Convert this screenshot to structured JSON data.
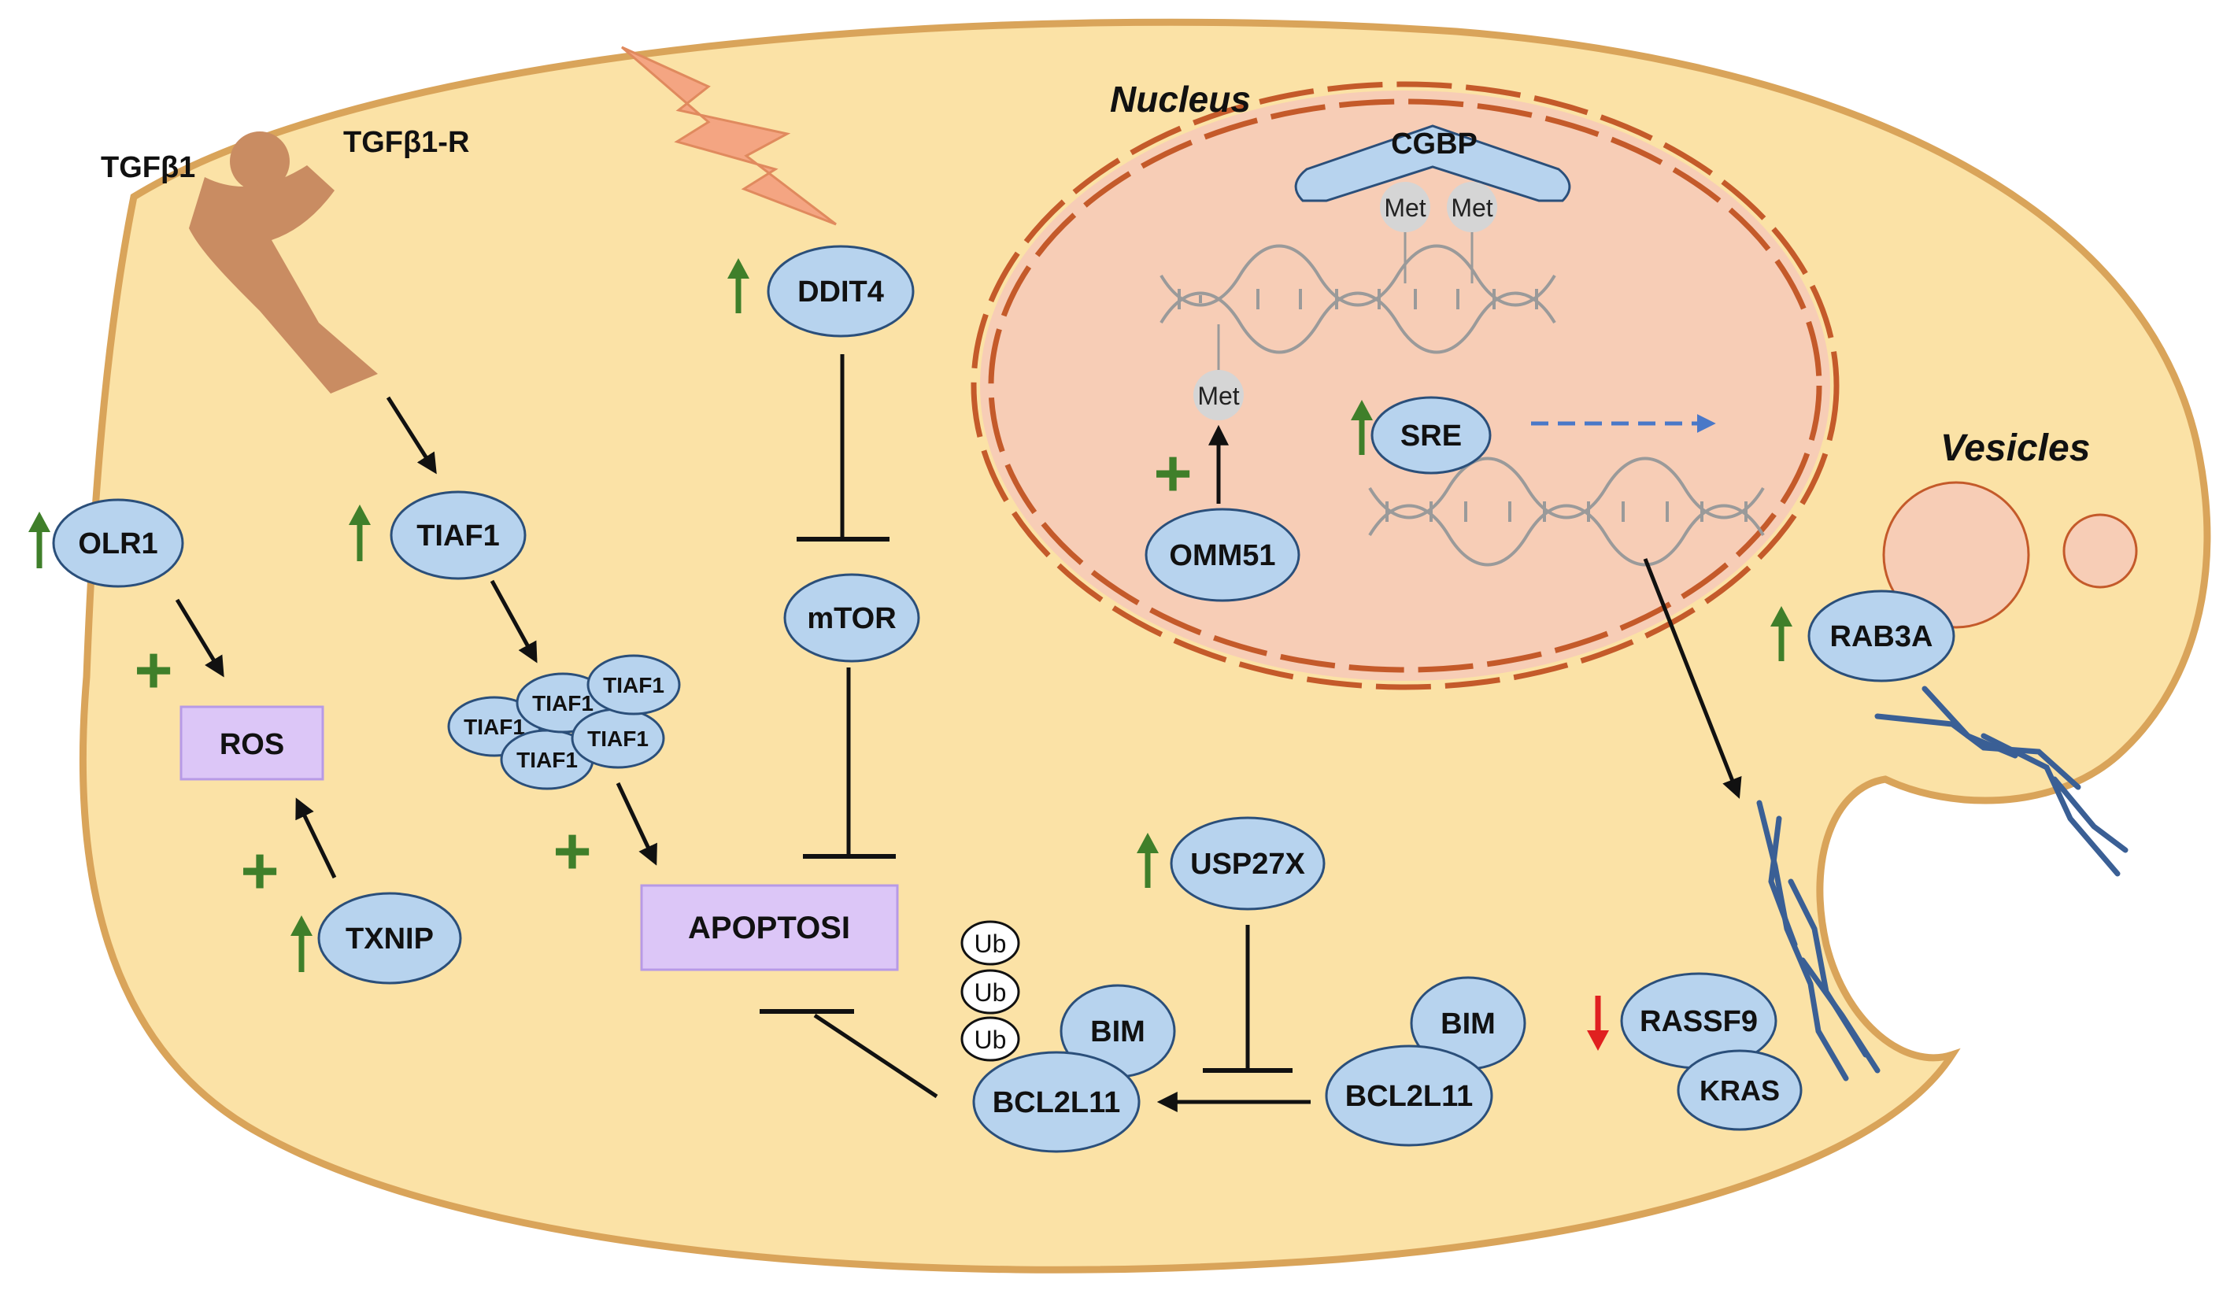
{
  "labels": {
    "tgfb1": "TGFβ1",
    "tgfb1_r": "TGFβ1-R",
    "nucleus": "Nucleus",
    "vesicles": "Vesicles",
    "ros": "ROS",
    "apoptosis": "APOPTOSI",
    "cgbp": "CGBP",
    "met": "Met",
    "plus": "+"
  },
  "nodes": {
    "olr1": "OLR1",
    "tiaf1": "TIAF1",
    "txnip": "TXNIP",
    "ddit4": "DDIT4",
    "mtor": "mTOR",
    "omm51": "OMM51",
    "sre": "SRE",
    "rab3a": "RAB3A",
    "usp27x": "USP27X",
    "bim": "BIM",
    "bcl2l11": "BCL2L11",
    "rassf9": "RASSF9",
    "kras": "KRAS",
    "ub": "Ub"
  },
  "colors": {
    "cell_fill": "#fbe2a6",
    "cell_border": "#d9a45a",
    "nucleus_fill": "#f7cdb6",
    "nucleus_border": "#c45a2a",
    "node_fill": "#b7d3ee",
    "node_border": "#2b4f7a",
    "process_fill": "#dcc6f7",
    "receptor": "#c98c62",
    "up_arrow": "#3f7f2a",
    "down_arrow": "#e02020",
    "dna": "#9a9a9a",
    "cytoskeleton": "#3a5f95",
    "lightning": "#f4a582"
  }
}
